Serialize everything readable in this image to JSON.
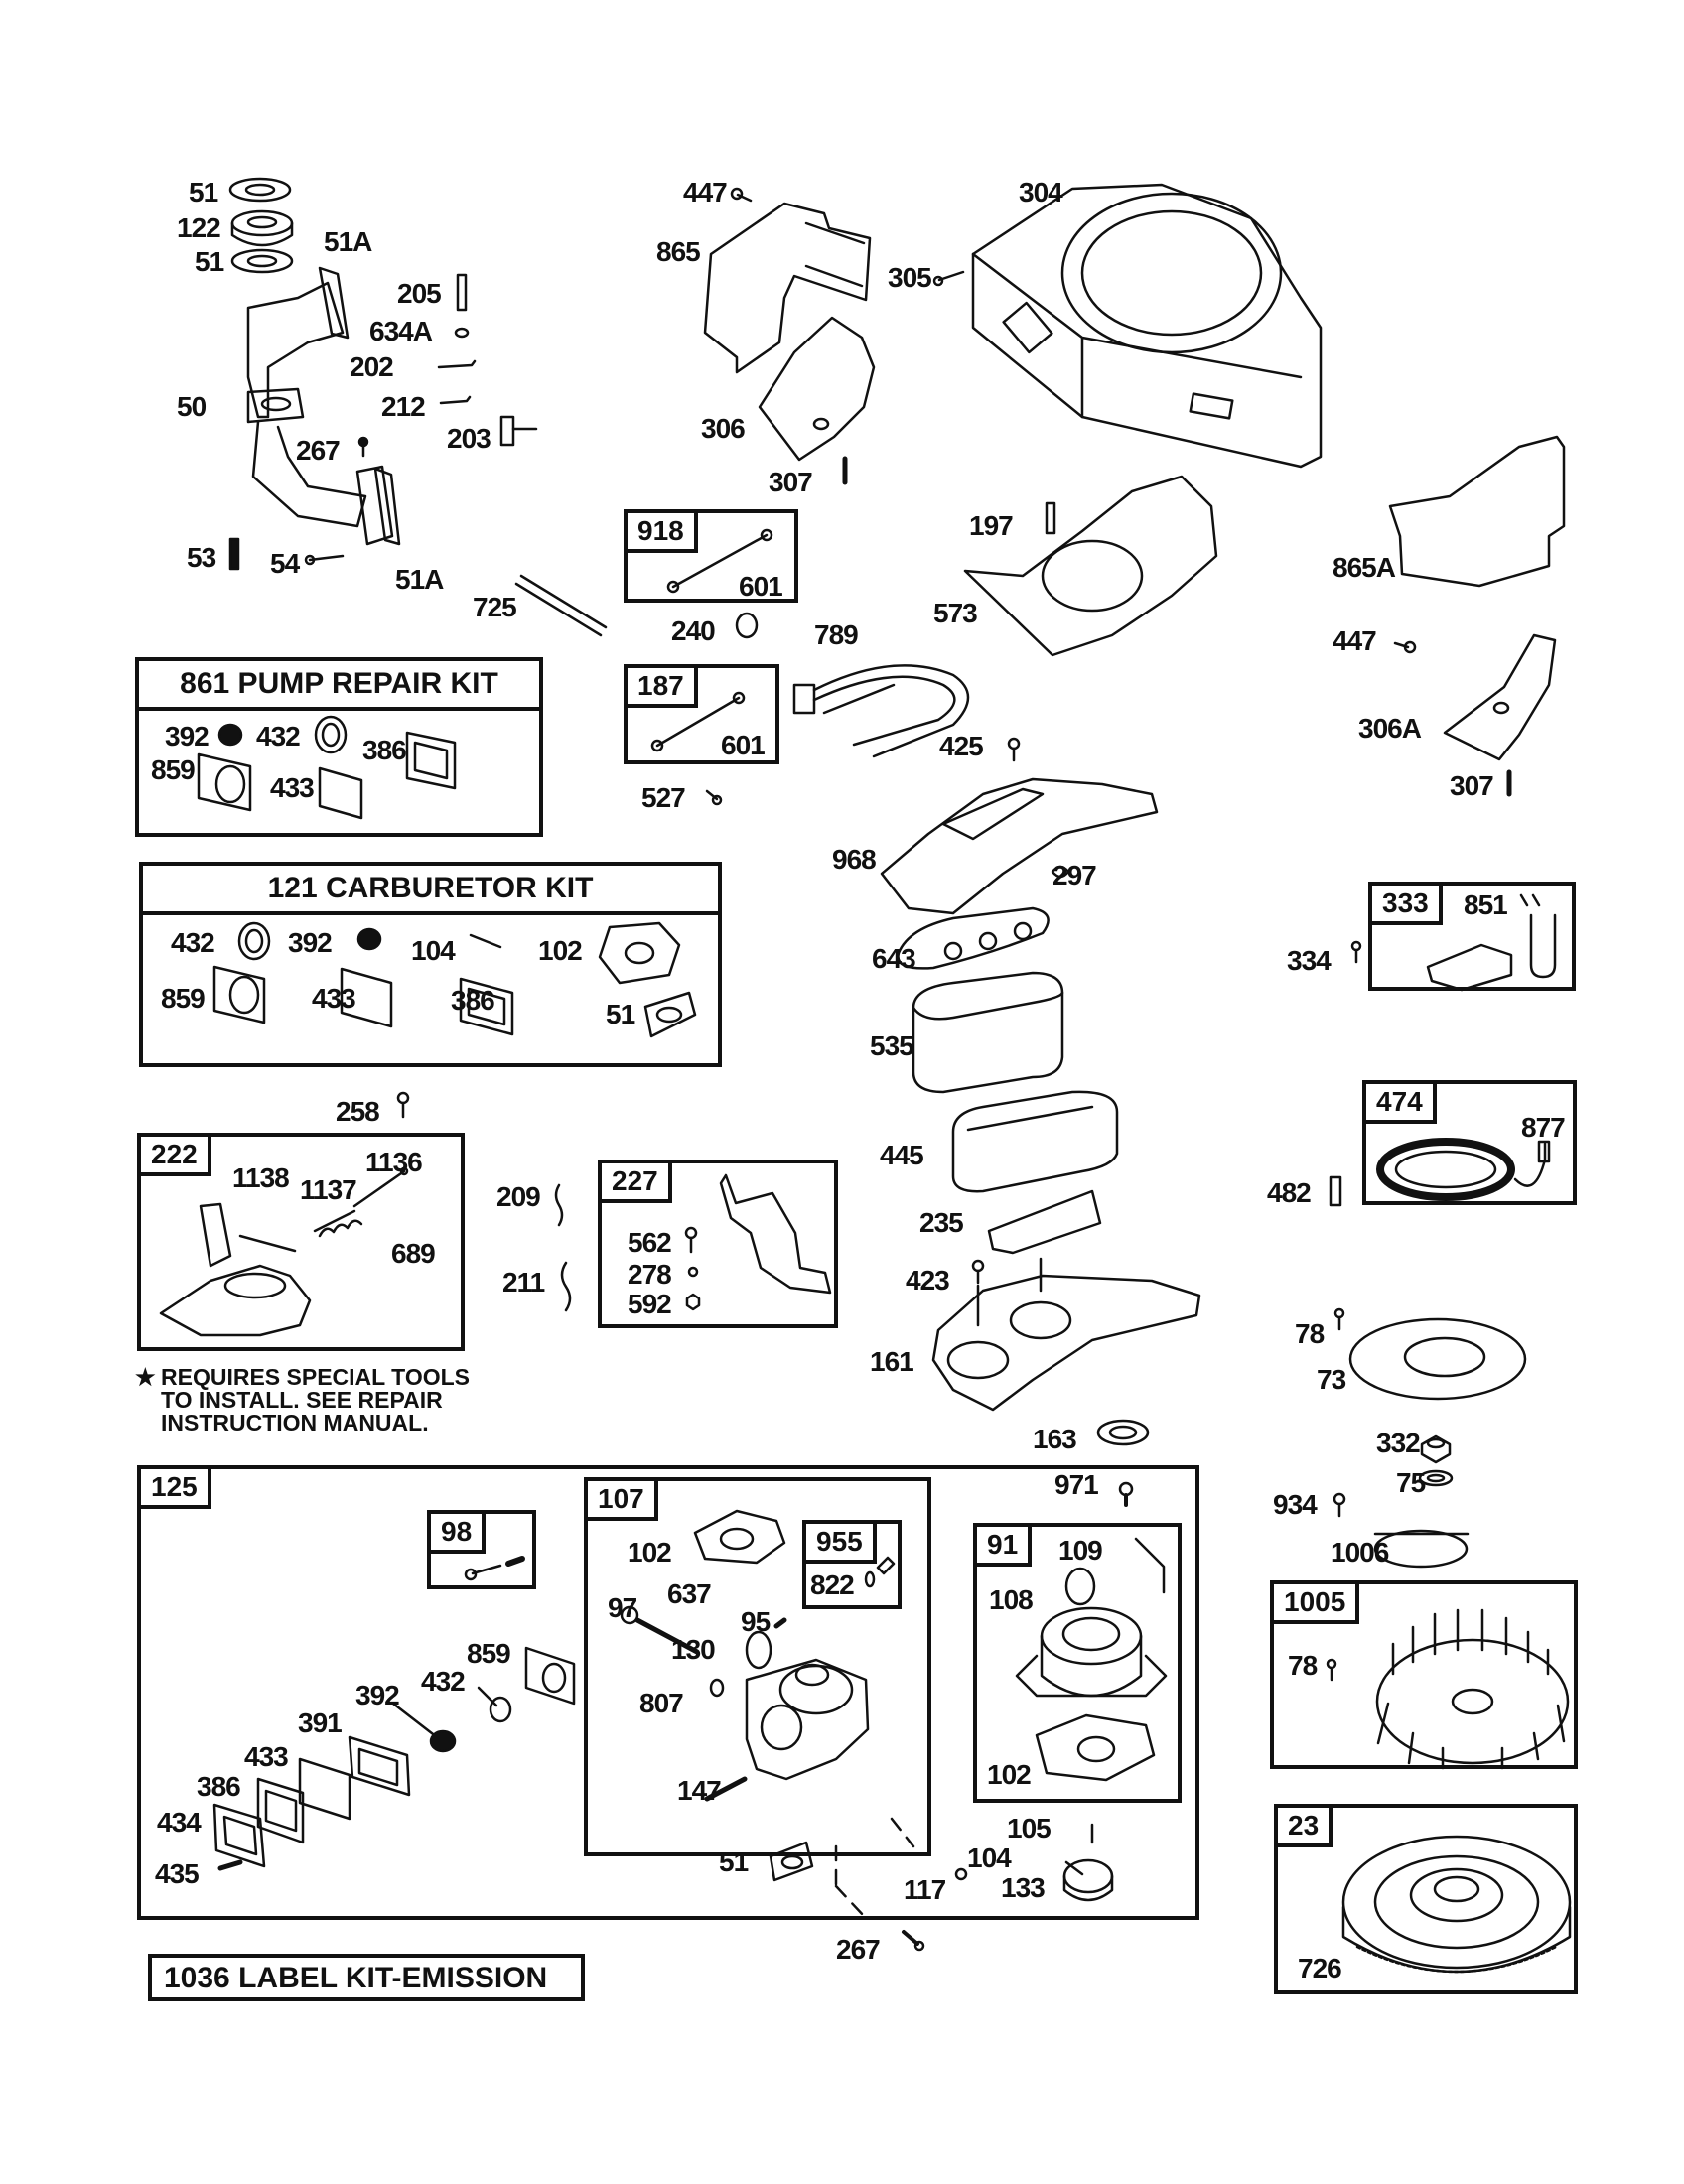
{
  "diagram": {
    "type": "exploded-parts-diagram",
    "subject": "Engine parts: intake manifold, blower housing, air cleaner, carburetor, ignition, flywheel"
  },
  "parts": {
    "manifold": [
      "51",
      "122",
      "51",
      "51A",
      "205",
      "634A",
      "202",
      "50",
      "212",
      "203",
      "267",
      "53",
      "54",
      "51A",
      "725"
    ],
    "shrouds": [
      "447",
      "865",
      "305",
      "304",
      "306",
      "307",
      "197",
      "573",
      "865A",
      "447",
      "306A",
      "307"
    ],
    "links": [
      "240",
      "789",
      "425",
      "527"
    ],
    "air_cleaner": [
      "968",
      "297",
      "643",
      "535",
      "445",
      "235",
      "423",
      "161",
      "163"
    ],
    "governor": [
      "258",
      "209",
      "211"
    ],
    "ignition": [
      "334",
      "482",
      "78",
      "73",
      "332",
      "75",
      "934",
      "1006"
    ],
    "carb_outer": [
      "971",
      "51",
      "117",
      "267",
      "105",
      "104",
      "133"
    ]
  },
  "kits": {
    "link_918": {
      "tag": "918",
      "items": [
        "601"
      ]
    },
    "link_187": {
      "tag": "187",
      "items": [
        "601"
      ]
    },
    "pump_repair": {
      "title": "861 PUMP REPAIR KIT",
      "items": [
        "392",
        "432",
        "386",
        "859",
        "433"
      ]
    },
    "carburetor": {
      "title": "121 CARBURETOR KIT",
      "items": [
        "432",
        "392",
        "104",
        "102",
        "859",
        "433",
        "386",
        "51"
      ]
    },
    "governor_222": {
      "tag": "222",
      "items": [
        "1138",
        "1137",
        "1136",
        "689"
      ]
    },
    "bracket_227": {
      "tag": "227",
      "items": [
        "562",
        "278",
        "592"
      ]
    },
    "armature_333": {
      "tag": "333",
      "items": [
        "851"
      ]
    },
    "alternator_474": {
      "tag": "474",
      "items": [
        "877"
      ]
    },
    "carb_125": {
      "tag": "125",
      "items": [
        "859",
        "432",
        "392",
        "391",
        "433",
        "386",
        "434",
        "435"
      ]
    },
    "screw_98": {
      "tag": "98"
    },
    "carb_107": {
      "tag": "107",
      "items": [
        "102",
        "97",
        "637",
        "95",
        "130",
        "807",
        "147"
      ]
    },
    "kit_955": {
      "tag": "955",
      "items": [
        "822"
      ]
    },
    "kit_91": {
      "tag": "91",
      "items": [
        "109",
        "108",
        "102"
      ]
    },
    "fan_1005": {
      "tag": "1005",
      "items": [
        "78"
      ]
    },
    "flywheel_23": {
      "tag": "23",
      "items": [
        "726"
      ]
    }
  },
  "notes": {
    "star": "★",
    "special_tools": [
      "REQUIRES SPECIAL TOOLS",
      "TO INSTALL.  SEE REPAIR",
      "INSTRUCTION MANUAL."
    ]
  },
  "label_kit": "1036 LABEL KIT-EMISSION"
}
